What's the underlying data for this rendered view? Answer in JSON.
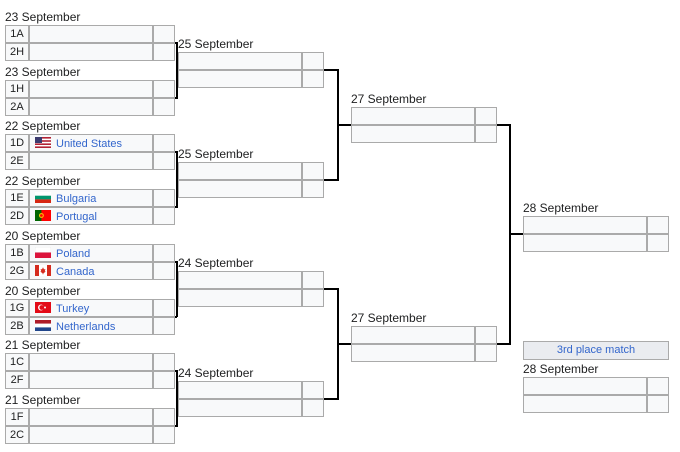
{
  "colors": {
    "border": "#aaaaaa",
    "cell_bg": "#f8f9fa",
    "link": "#3366cc",
    "line": "#000000"
  },
  "round1": {
    "matches": [
      {
        "date": "23 September",
        "teams": [
          {
            "seed": "1A",
            "name": "",
            "flag": ""
          },
          {
            "seed": "2H",
            "name": "",
            "flag": ""
          }
        ]
      },
      {
        "date": "23 September",
        "teams": [
          {
            "seed": "1H",
            "name": "",
            "flag": ""
          },
          {
            "seed": "2A",
            "name": "",
            "flag": ""
          }
        ]
      },
      {
        "date": "22 September",
        "teams": [
          {
            "seed": "1D",
            "name": "United States",
            "flag": "us-flag-icon"
          },
          {
            "seed": "2E",
            "name": "",
            "flag": ""
          }
        ]
      },
      {
        "date": "22 September",
        "teams": [
          {
            "seed": "1E",
            "name": "Bulgaria",
            "flag": "bulgaria-flag-icon"
          },
          {
            "seed": "2D",
            "name": "Portugal",
            "flag": "portugal-flag-icon"
          }
        ]
      },
      {
        "date": "20 September",
        "teams": [
          {
            "seed": "1B",
            "name": "Poland",
            "flag": "poland-flag-icon"
          },
          {
            "seed": "2G",
            "name": "Canada",
            "flag": "canada-flag-icon"
          }
        ]
      },
      {
        "date": "20 September",
        "teams": [
          {
            "seed": "1G",
            "name": "Turkey",
            "flag": "turkey-flag-icon"
          },
          {
            "seed": "2B",
            "name": "Netherlands",
            "flag": "netherlands-flag-icon"
          }
        ]
      },
      {
        "date": "21 September",
        "teams": [
          {
            "seed": "1C",
            "name": "",
            "flag": ""
          },
          {
            "seed": "2F",
            "name": "",
            "flag": ""
          }
        ]
      },
      {
        "date": "21 September",
        "teams": [
          {
            "seed": "1F",
            "name": "",
            "flag": ""
          },
          {
            "seed": "2C",
            "name": "",
            "flag": ""
          }
        ]
      }
    ]
  },
  "quarterfinals": {
    "matches": [
      {
        "date": "25 September"
      },
      {
        "date": "25 September"
      },
      {
        "date": "24 September"
      },
      {
        "date": "24 September"
      }
    ]
  },
  "semifinals": {
    "matches": [
      {
        "date": "27 September"
      },
      {
        "date": "27 September"
      }
    ]
  },
  "final": {
    "date": "28 September"
  },
  "third_place": {
    "button_label": "3rd place match",
    "date": "28 September"
  }
}
